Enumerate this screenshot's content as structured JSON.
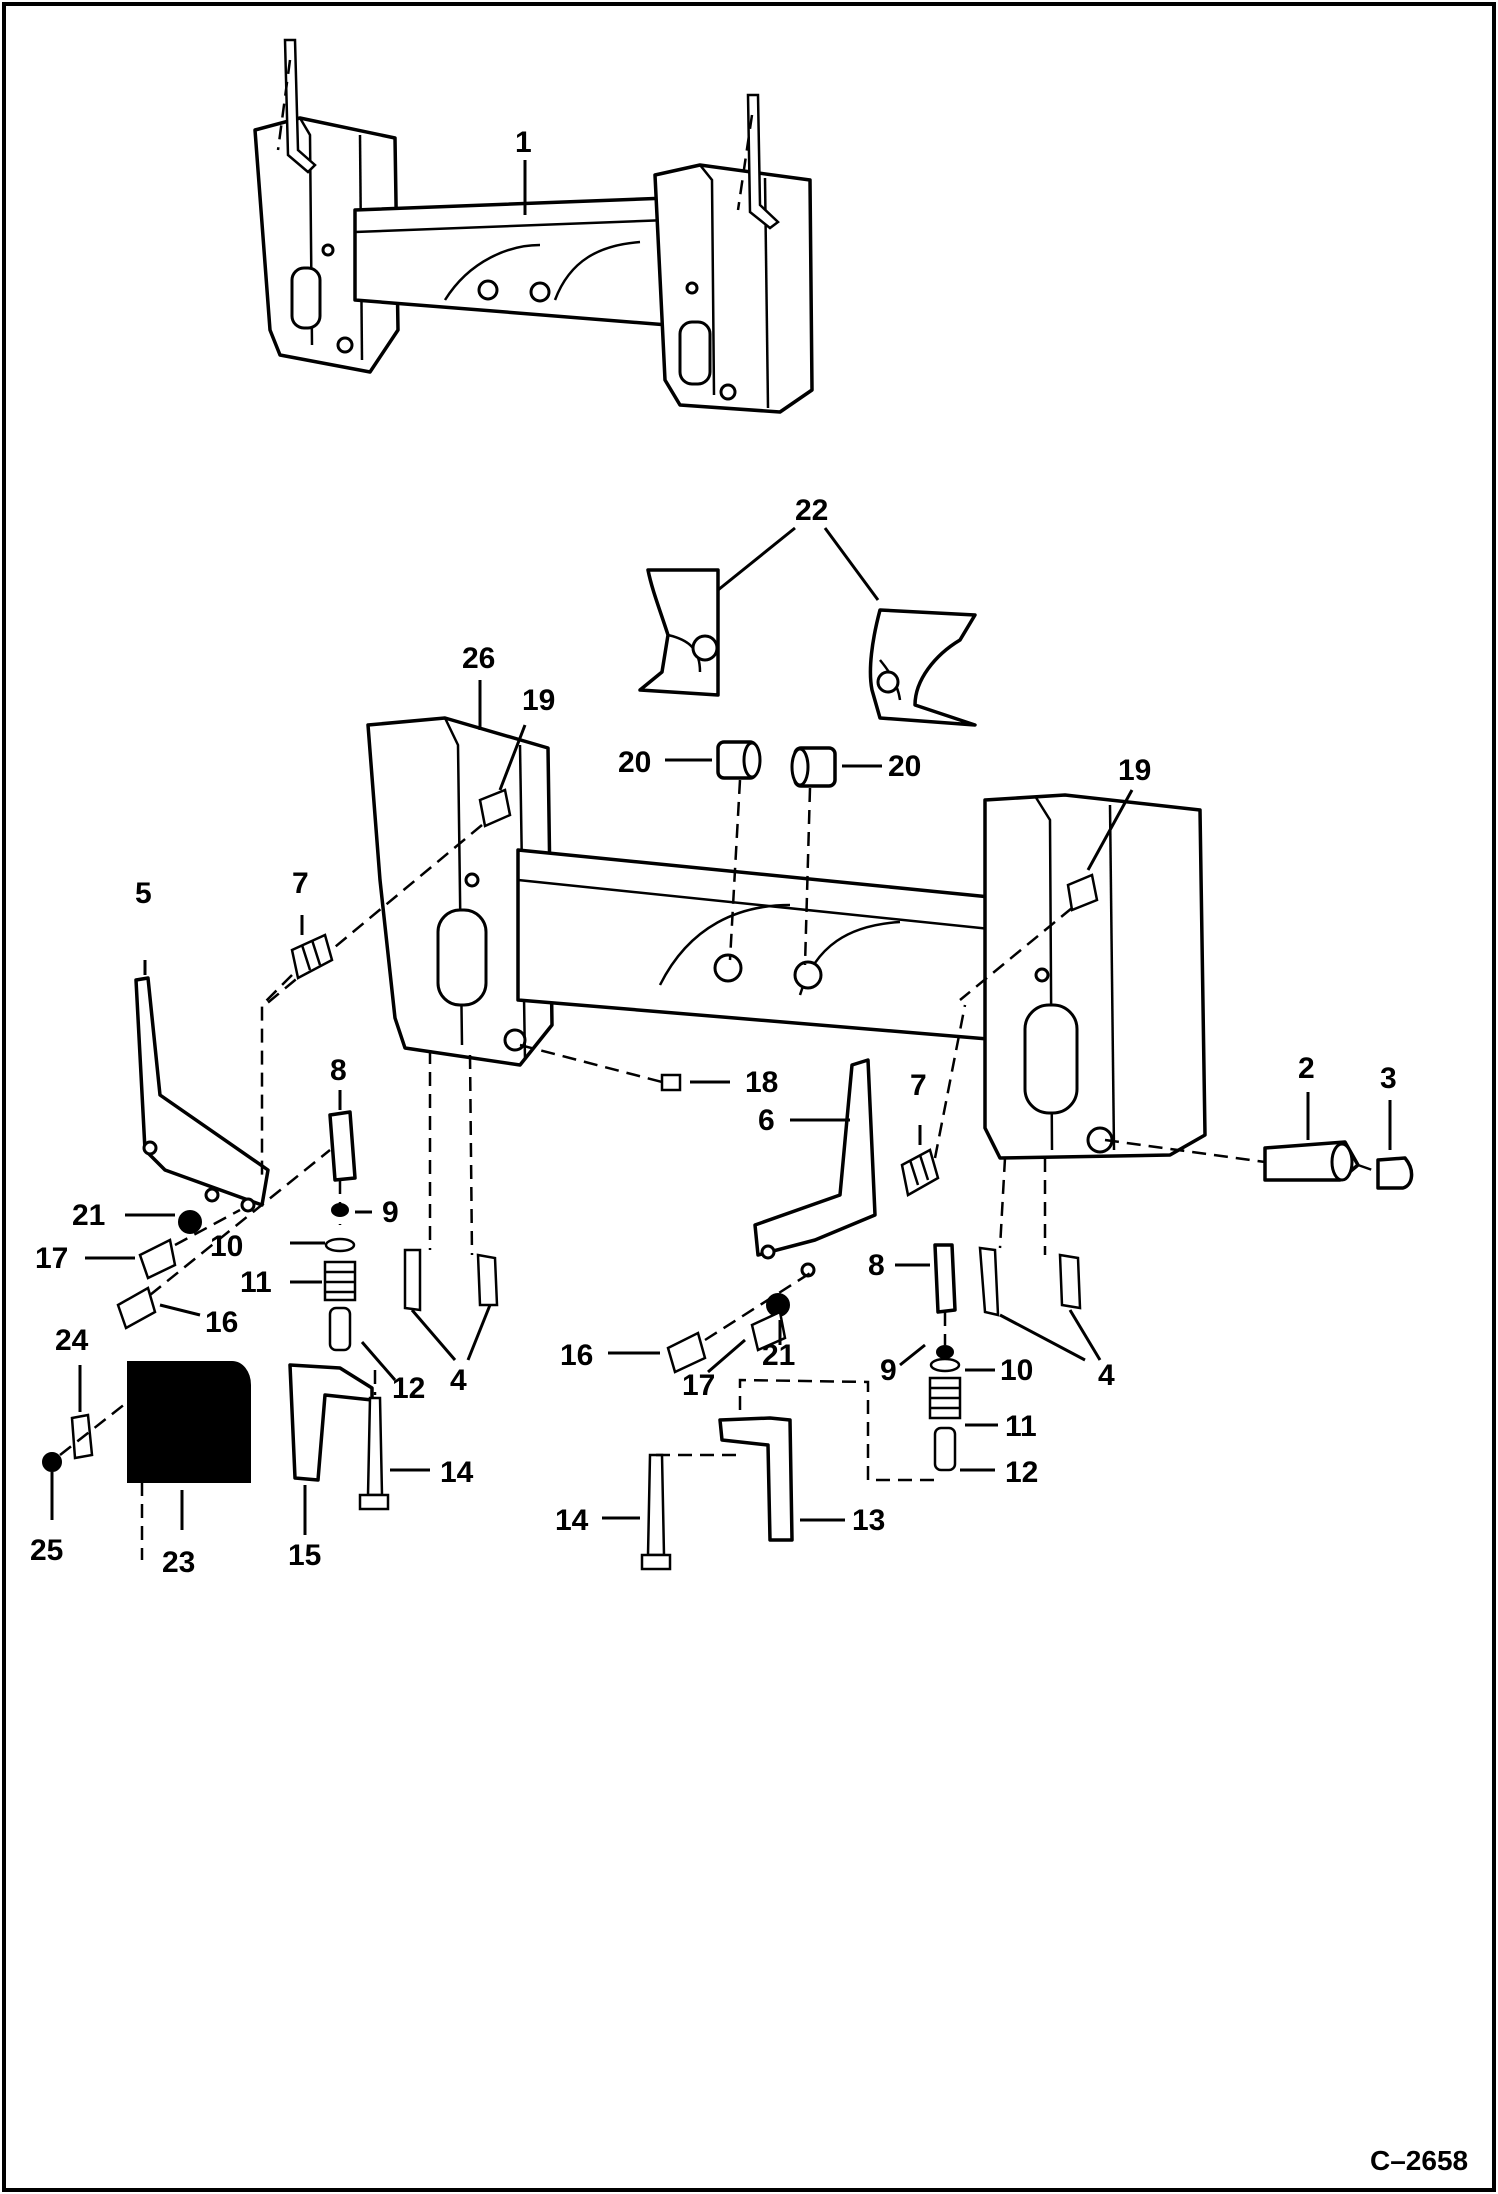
{
  "figure_ref": "C–2658",
  "callouts": {
    "c1": "1",
    "c2": "2",
    "c3": "3",
    "c4a": "4",
    "c4b": "4",
    "c5": "5",
    "c6": "6",
    "c7a": "7",
    "c7b": "7",
    "c8a": "8",
    "c8b": "8",
    "c9a": "9",
    "c9b": "9",
    "c10a": "10",
    "c10b": "10",
    "c11a": "11",
    "c11b": "11",
    "c12a": "12",
    "c12b": "12",
    "c13": "13",
    "c14a": "14",
    "c14b": "14",
    "c15": "15",
    "c16a": "16",
    "c16b": "16",
    "c17a": "17",
    "c17b": "17",
    "c18": "18",
    "c19a": "19",
    "c19b": "19",
    "c20a": "20",
    "c20b": "20",
    "c21a": "21",
    "c21b": "21",
    "c22": "22",
    "c23": "23",
    "c24": "24",
    "c25": "25",
    "c26": "26"
  }
}
